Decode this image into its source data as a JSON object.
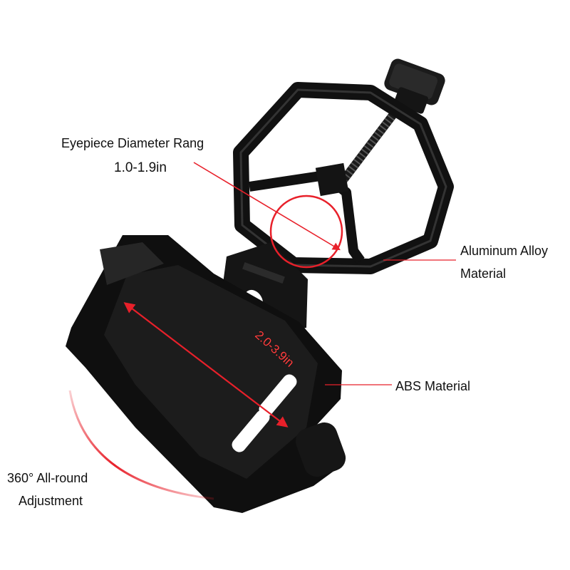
{
  "annotations": {
    "eyepiece_title": "Eyepiece Diameter Rang",
    "eyepiece_range": "1.0-1.9in",
    "phone_width_range": "2.0-3.9in",
    "aluminum_line1": "Aluminum Alloy",
    "aluminum_line2": "Material",
    "abs_label": "ABS  Material",
    "rotation_line1": "360° All-round",
    "rotation_line2": "Adjustment"
  },
  "colors": {
    "accent_red": "#e8202a",
    "product_black": "#111111"
  }
}
